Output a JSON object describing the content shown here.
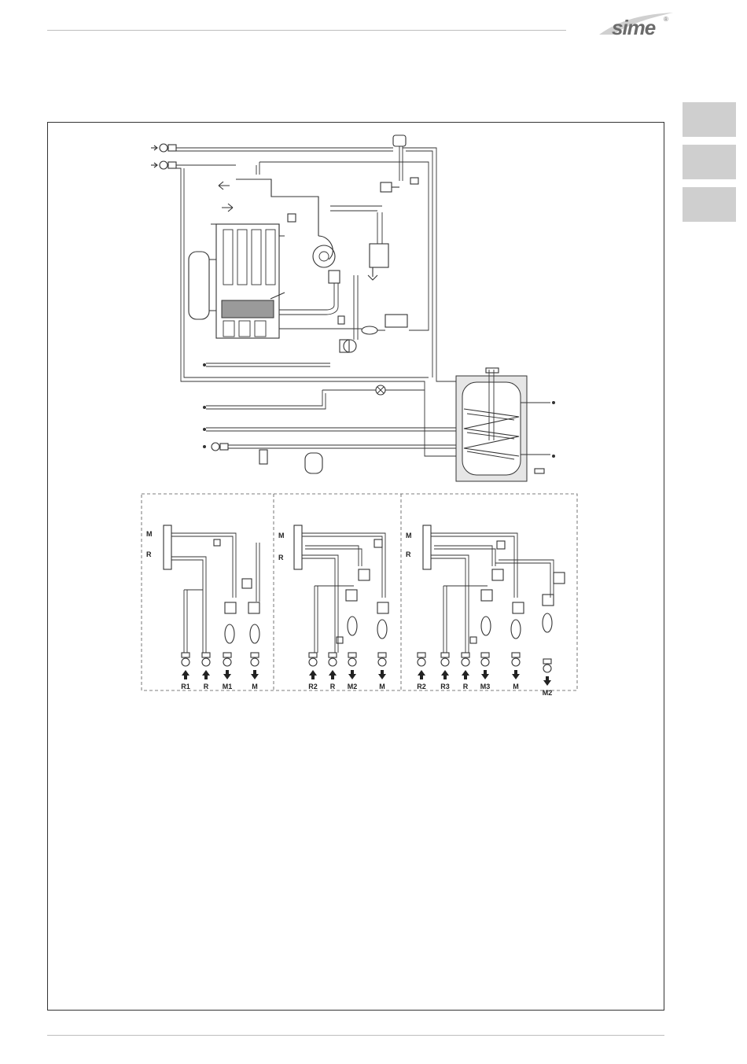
{
  "brand": {
    "logo_text": "sime",
    "registered": "®"
  },
  "colors": {
    "tab_grey": "#cfcfcf",
    "line": "#333333",
    "logo_grey": "#6b6b6b"
  },
  "tabs": [
    {
      "label": ""
    },
    {
      "label": ""
    },
    {
      "label": ""
    }
  ],
  "diagram": {
    "inset1_left_labels": [
      "M",
      "R"
    ],
    "inset1_bottom_labels": [
      "R1",
      "R",
      "M1",
      "M"
    ],
    "inset2_left_labels": [
      "M",
      "R"
    ],
    "inset2_bottom_labels": [
      "R2",
      "R",
      "M2",
      "M"
    ],
    "inset3_left_labels": [
      "M",
      "R"
    ],
    "inset3_bottom_labels": [
      "R2",
      "R3",
      "R",
      "M3",
      "M",
      "M2"
    ]
  }
}
